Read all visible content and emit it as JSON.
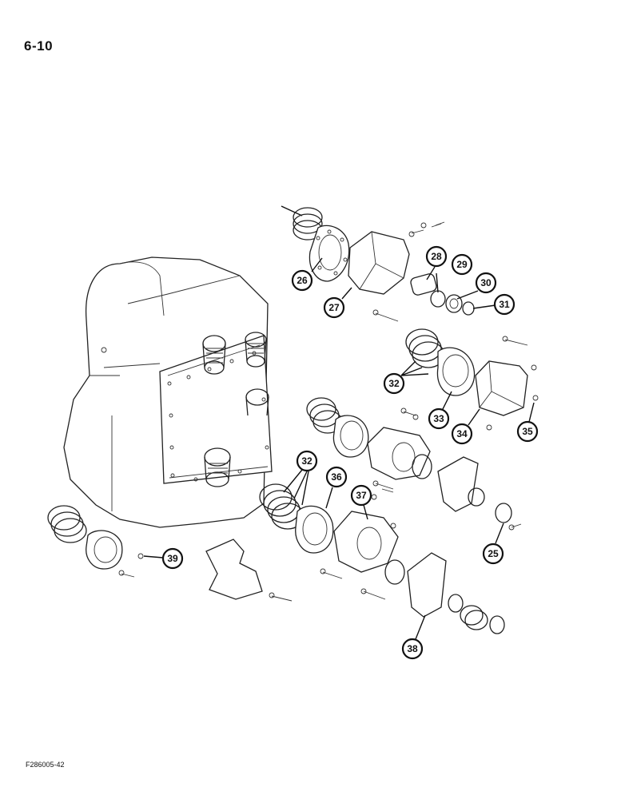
{
  "page": {
    "page_number": "6-10",
    "figure_code": "F286005-42"
  },
  "callouts": [
    {
      "id": "c26",
      "label": "26"
    },
    {
      "id": "c27",
      "label": "27"
    },
    {
      "id": "c28",
      "label": "28"
    },
    {
      "id": "c29",
      "label": "29"
    },
    {
      "id": "c30",
      "label": "30"
    },
    {
      "id": "c31",
      "label": "31"
    },
    {
      "id": "c32a",
      "label": "32"
    },
    {
      "id": "c33",
      "label": "33"
    },
    {
      "id": "c34",
      "label": "34"
    },
    {
      "id": "c35",
      "label": "35"
    },
    {
      "id": "c32b",
      "label": "32"
    },
    {
      "id": "c36",
      "label": "36"
    },
    {
      "id": "c37",
      "label": "37"
    },
    {
      "id": "c25",
      "label": "25"
    },
    {
      "id": "c39",
      "label": "39"
    },
    {
      "id": "c38",
      "label": "38"
    }
  ]
}
